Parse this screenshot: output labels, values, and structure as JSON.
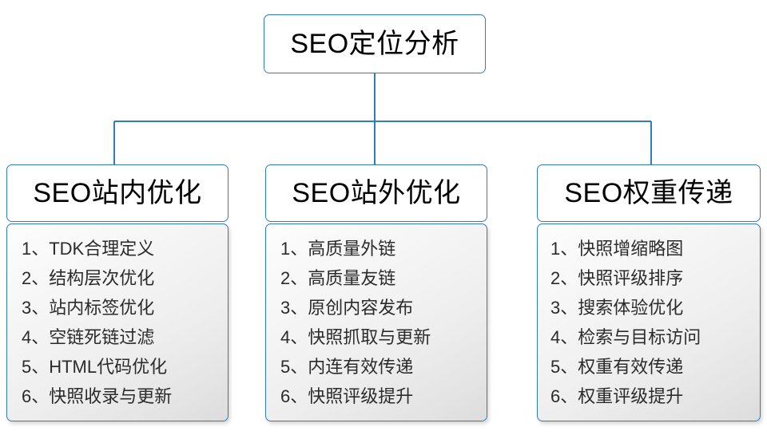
{
  "diagram": {
    "root": {
      "label": "SEO定位分析"
    },
    "colors": {
      "border": "#2e7ebb",
      "connector": "#2e7ebb",
      "root_fill": "#ffffff",
      "head_fill": "#ffffff",
      "body_fill_top": "#fdfdfd",
      "body_fill_bottom": "#dcdcdc",
      "text": "#000000",
      "item_text": "#2b2b2b"
    },
    "branches": [
      {
        "title": "SEO站内优化",
        "items": [
          "1、TDK合理定义",
          "2、结构层次优化",
          "3、站内标签优化",
          "4、空链死链过滤",
          "5、HTML代码优化",
          "6、快照收录与更新"
        ]
      },
      {
        "title": "SEO站外优化",
        "items": [
          "1、高质量外链",
          "2、高质量友链",
          "3、原创内容发布",
          "4、快照抓取与更新",
          "5、内连有效传递",
          "6、快照评级提升"
        ]
      },
      {
        "title": "SEO权重传递",
        "items": [
          "1、快照增缩略图",
          "2、快照评级排序",
          "3、搜索体验优化",
          "4、检索与目标访问",
          "5、权重有效传递",
          "6、权重评级提升"
        ]
      }
    ]
  }
}
